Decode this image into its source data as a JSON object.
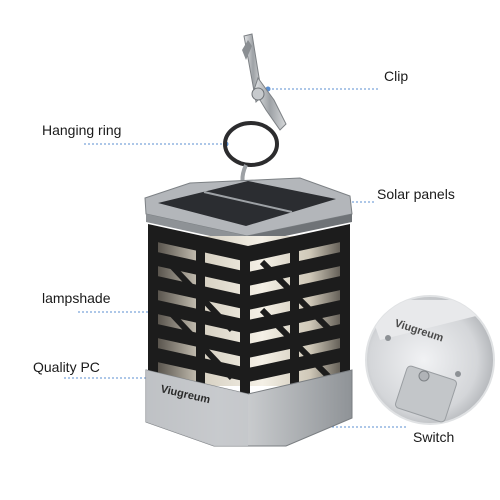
{
  "labels": {
    "clip": "Clip",
    "hanging_ring": "Hanging ring",
    "solar_panels": "Solar panels",
    "lampshade": "lampshade",
    "quality_pc": "Quality PC",
    "switch": "Switch"
  },
  "brand_mark": "Viugreum",
  "colors": {
    "leader_line": "#5b8fd0",
    "cage_black": "#1c1c1c",
    "housing_silver": "#b9bcbf",
    "panel_dark": "#2b2d31",
    "glow": "#f1ede3"
  }
}
